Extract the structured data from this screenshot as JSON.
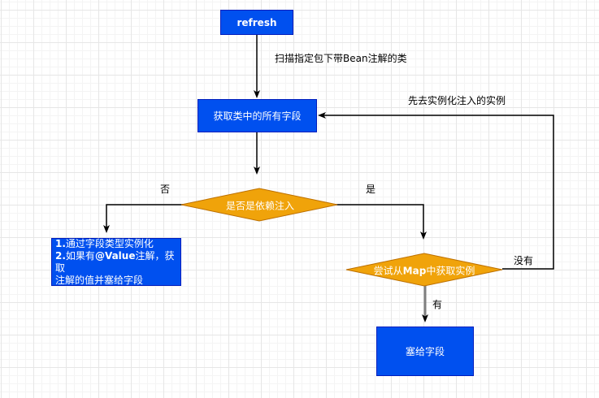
{
  "diagram": {
    "colors": {
      "process_fill": "#0050ef",
      "process_stroke": "#001dbc",
      "decision_fill": "#f0a30a",
      "decision_stroke": "#bd7000",
      "edge": "#000000"
    },
    "nodes": {
      "refresh": {
        "text": "refresh",
        "shape": "rectangle"
      },
      "get_fields": {
        "text": "获取类中的所有字段",
        "shape": "rectangle"
      },
      "is_dependency": {
        "text": "是否是依赖注入",
        "shape": "diamond"
      },
      "instantiate_by_type": {
        "shape": "rectangle",
        "lines": {
          "l1_prefix": "1.",
          "l1_text": "通过字段类型实例化",
          "l2_prefix": "2.",
          "l2_a": "如果有",
          "l2_bold": "@Value",
          "l2_b": "注解，获取",
          "l3": "注解的值并塞给字段"
        }
      },
      "try_map": {
        "text_a": "尝试从",
        "text_bold": "Map",
        "text_b": "中获取实例",
        "shape": "diamond"
      },
      "set_field": {
        "text": "塞给字段",
        "shape": "rectangle"
      }
    },
    "edge_labels": {
      "scan": "扫描指定包下带Bean注解的类",
      "no": "否",
      "yes": "是",
      "instantiate_first": "先去实例化注入的实例",
      "not_found": "没有",
      "found": "有"
    }
  }
}
